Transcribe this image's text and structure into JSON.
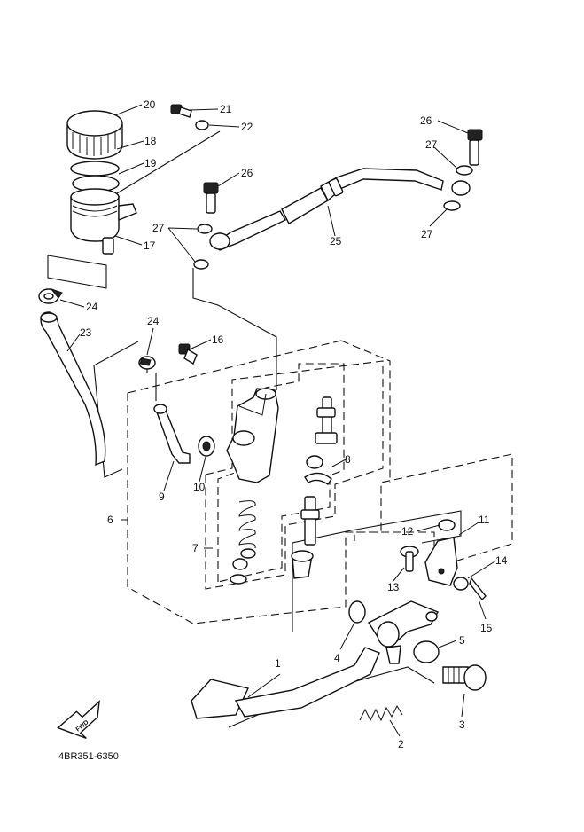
{
  "diagram": {
    "code": "4BR351-6350",
    "fwd_label": "FWD",
    "callouts": [
      "1",
      "2",
      "3",
      "4",
      "5",
      "6",
      "7",
      "8",
      "9",
      "10",
      "11",
      "12",
      "13",
      "14",
      "15",
      "16",
      "17",
      "18",
      "19",
      "20",
      "21",
      "22",
      "23",
      "24",
      "24",
      "25",
      "26",
      "26",
      "27",
      "27",
      "27"
    ]
  }
}
